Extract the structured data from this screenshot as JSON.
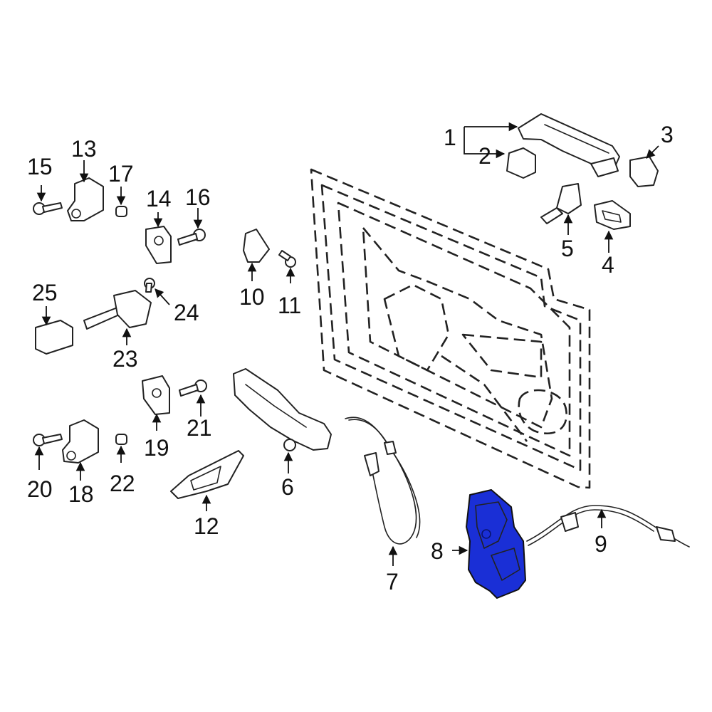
{
  "diagram": {
    "highlight_color": "#1a2fd6",
    "line_color": "#222222",
    "callouts": [
      "1",
      "2",
      "3",
      "4",
      "5",
      "6",
      "7",
      "8",
      "9",
      "10",
      "11",
      "12",
      "13",
      "14",
      "15",
      "16",
      "17",
      "18",
      "19",
      "20",
      "21",
      "22",
      "23",
      "24",
      "25"
    ],
    "highlighted_callout": "8"
  }
}
